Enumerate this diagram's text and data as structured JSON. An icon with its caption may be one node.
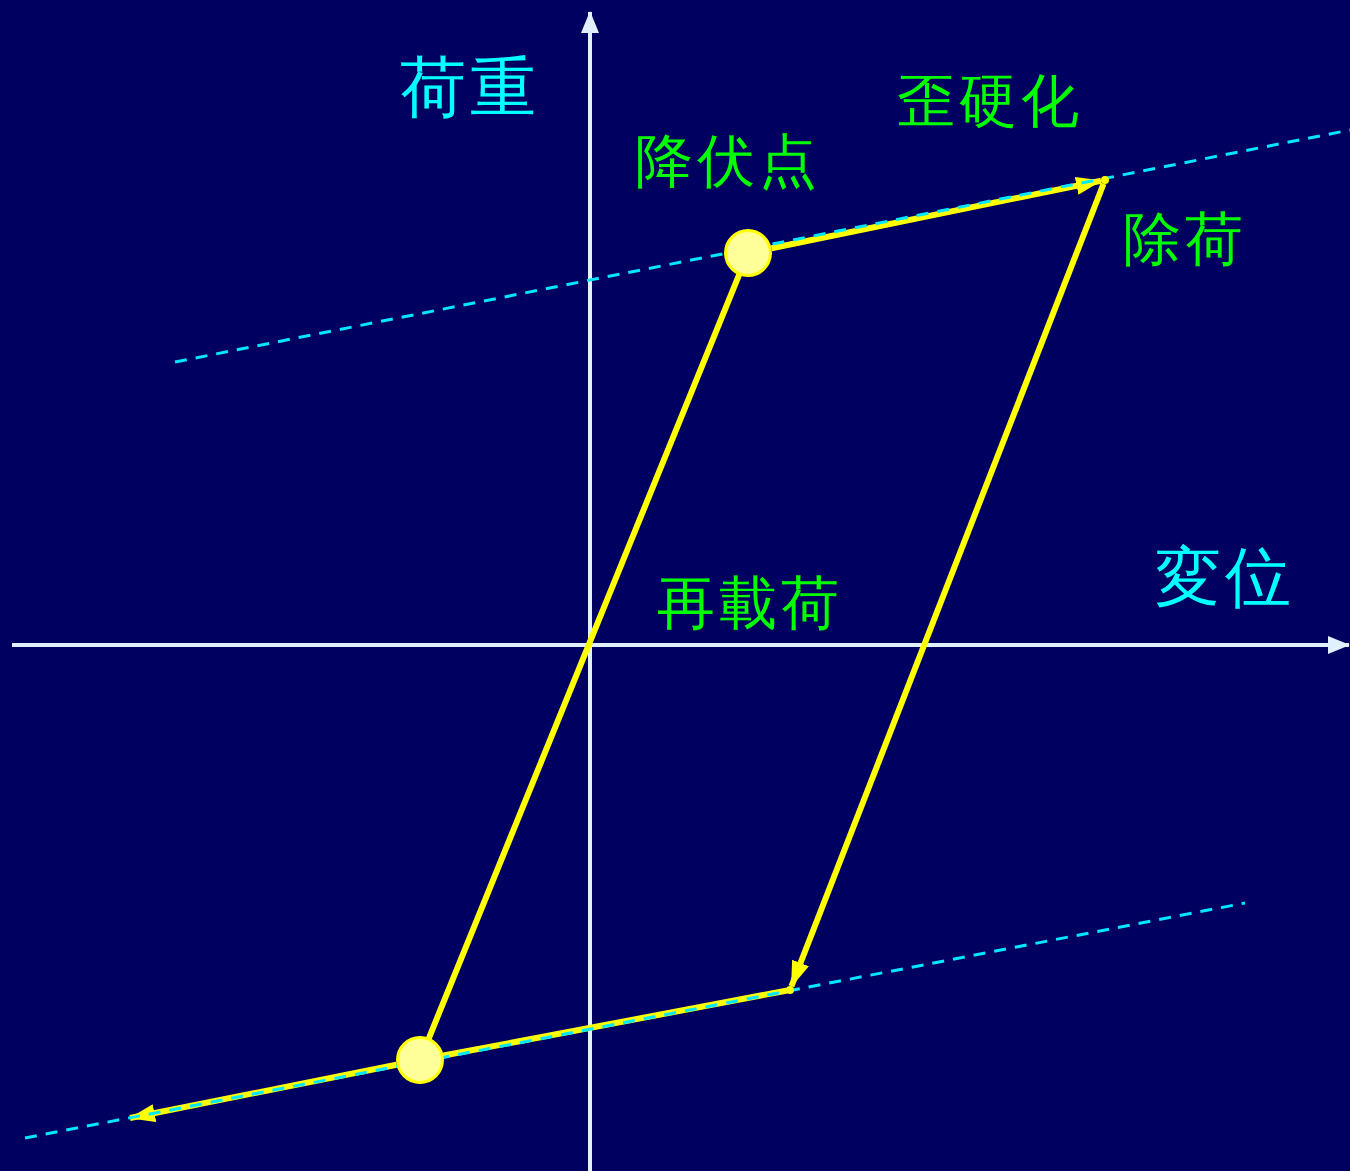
{
  "diagram": {
    "nodes": [
      {
        "text": [],
        "shape": "circle"
      },
      {
        "text": [],
        "shape": "circle"
      },
      {
        "text": [],
        "shape": "point"
      },
      {
        "text": [],
        "shape": "point"
      }
    ],
    "edges": [
      {
        "from": 1,
        "to": 0,
        "arrow": "none"
      },
      {
        "from": 0,
        "to": 2,
        "arrow": "to"
      },
      {
        "from": 2,
        "to": 3,
        "arrow": "to"
      },
      {
        "from": 3,
        "to": 1,
        "arrow": "none"
      },
      {
        "from": 1,
        "to": null,
        "arrow": "to"
      }
    ],
    "labels": [
      "荷重",
      "歪硬化",
      "降伏点",
      "除荷",
      "再載荷",
      "変位"
    ]
  }
}
